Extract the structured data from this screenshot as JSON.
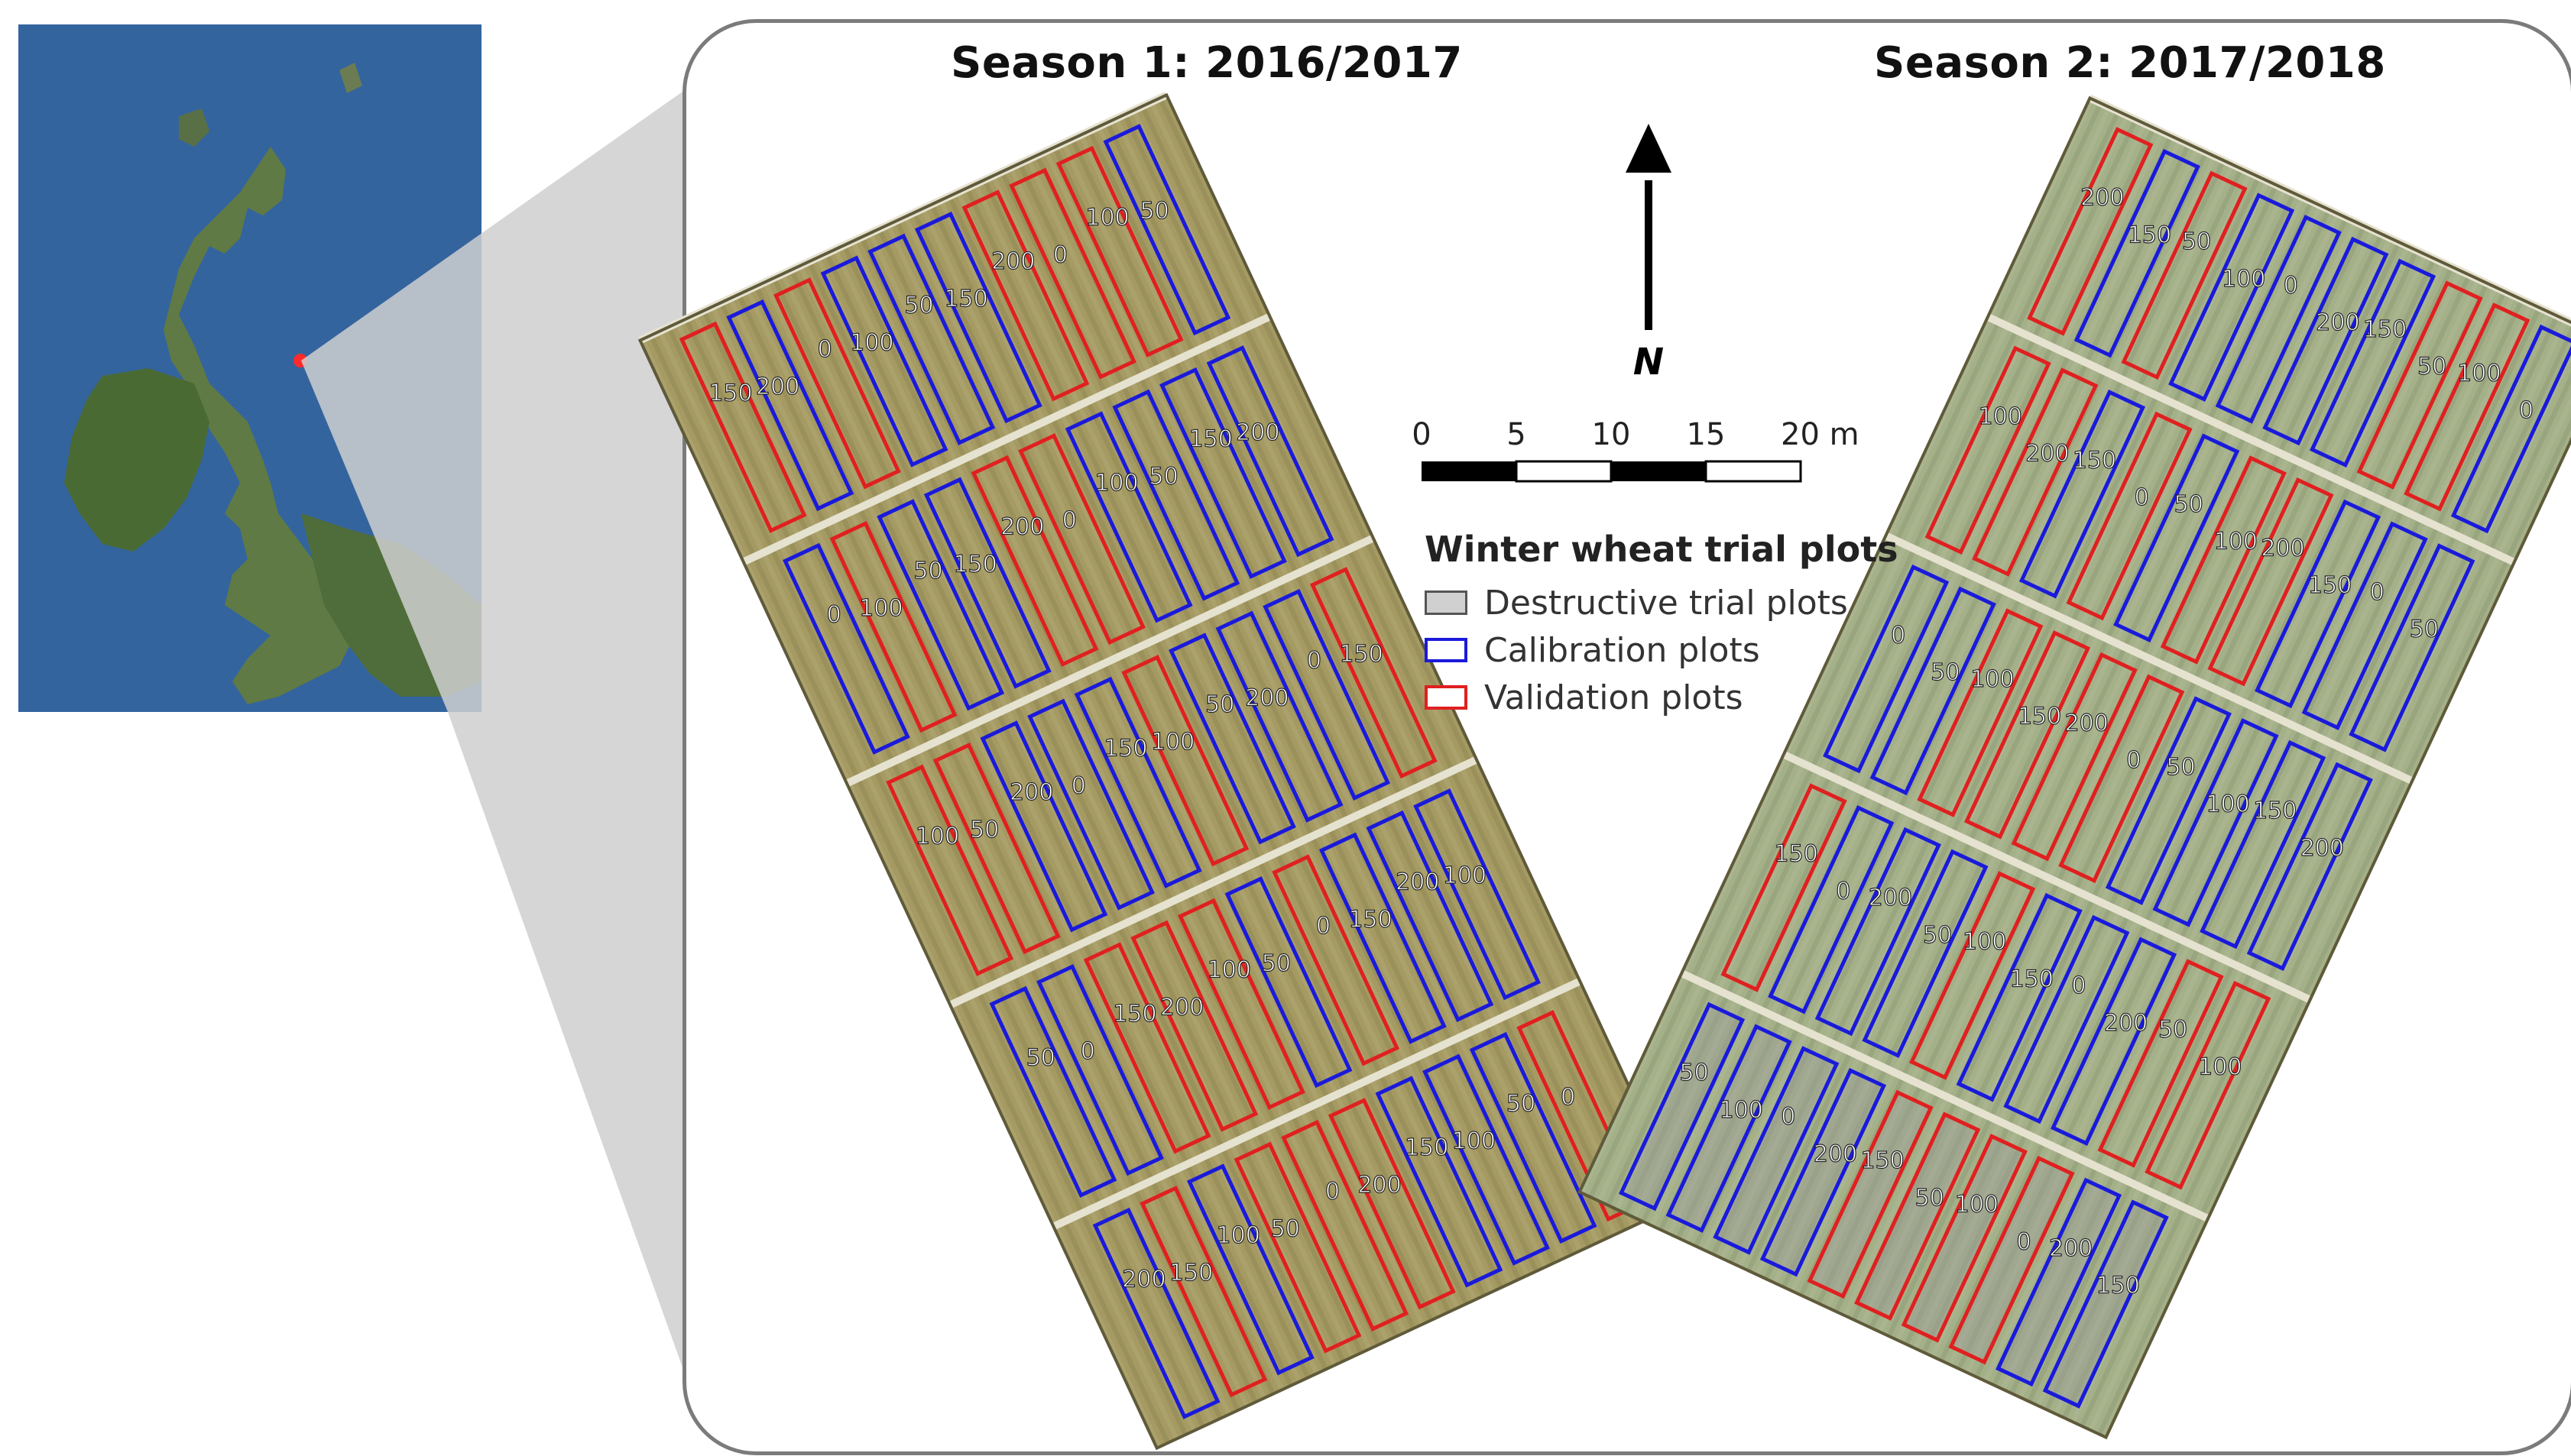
{
  "titles": {
    "season1": "Season 1: 2016/2017",
    "season2": "Season 2: 2017/2018"
  },
  "north_arrow": {
    "label": "N",
    "icon": "north-arrow-icon"
  },
  "scale_bar": {
    "ticks": [
      "0",
      "5",
      "10",
      "15",
      "20 m"
    ]
  },
  "legend": {
    "title": "Winter wheat trial plots",
    "items": [
      {
        "label": "Destructive trial plots",
        "fill": "#d0d0d0",
        "stroke": "#555555"
      },
      {
        "label": "Calibration plots",
        "fill": "none",
        "stroke": "#1a1adb"
      },
      {
        "label": "Validation plots",
        "fill": "none",
        "stroke": "#e02020"
      }
    ]
  },
  "inset": {
    "study_site_color": "#ff2a2a"
  },
  "colors": {
    "calibration": "#1a1adb",
    "validation": "#e02020",
    "field_s1": "#a59a62",
    "field_s2": "#a4b088",
    "frame": "#7b7b7b"
  },
  "season1_blocks": [
    {
      "types": [
        "V",
        "C",
        "V",
        "C",
        "C",
        "C",
        "V",
        "V",
        "V",
        "C"
      ],
      "labels": [
        "150",
        "200",
        "0",
        "100",
        "50",
        "150",
        "200",
        "0",
        "100",
        "50"
      ]
    },
    {
      "types": [
        "C",
        "V",
        "C",
        "C",
        "V",
        "V",
        "C",
        "C",
        "C",
        "C"
      ],
      "labels": [
        "0",
        "100",
        "50",
        "150",
        "200",
        "0",
        "100",
        "50",
        "150",
        "200"
      ]
    },
    {
      "types": [
        "V",
        "V",
        "C",
        "C",
        "C",
        "V",
        "C",
        "C",
        "C",
        "V"
      ],
      "labels": [
        "100",
        "50",
        "200",
        "0",
        "150",
        "100",
        "50",
        "200",
        "0",
        "150"
      ]
    },
    {
      "types": [
        "C",
        "C",
        "V",
        "V",
        "V",
        "C",
        "V",
        "C",
        "C",
        "C"
      ],
      "labels": [
        "50",
        "0",
        "150",
        "200",
        "100",
        "50",
        "0",
        "150",
        "200",
        "100"
      ]
    },
    {
      "types": [
        "C",
        "V",
        "C",
        "V",
        "V",
        "V",
        "C",
        "C",
        "C",
        "V"
      ],
      "labels": [
        "200",
        "150",
        "100",
        "50",
        "0",
        "200",
        "150",
        "100",
        "50",
        "0"
      ]
    }
  ],
  "season2_blocks": [
    {
      "types": [
        "V",
        "C",
        "V",
        "C",
        "C",
        "C",
        "C",
        "V",
        "V",
        "C"
      ],
      "labels": [
        "200",
        "150",
        "50",
        "100",
        "0",
        "200",
        "150",
        "50",
        "100",
        "0"
      ]
    },
    {
      "types": [
        "V",
        "V",
        "C",
        "V",
        "C",
        "V",
        "V",
        "C",
        "C",
        "C"
      ],
      "labels": [
        "100",
        "200",
        "150",
        "0",
        "50",
        "100",
        "200",
        "150",
        "0",
        "50"
      ]
    },
    {
      "types": [
        "C",
        "C",
        "V",
        "V",
        "V",
        "V",
        "C",
        "C",
        "C",
        "C"
      ],
      "labels": [
        "0",
        "50",
        "100",
        "150",
        "200",
        "0",
        "50",
        "100",
        "150",
        "200"
      ]
    },
    {
      "types": [
        "V",
        "C",
        "C",
        "C",
        "V",
        "C",
        "C",
        "C",
        "V",
        "V"
      ],
      "labels": [
        "150",
        "0",
        "200",
        "50",
        "100",
        "150",
        "0",
        "200",
        "50",
        "100"
      ]
    },
    {
      "types": [
        "C",
        "C",
        "C",
        "C",
        "V",
        "V",
        "V",
        "V",
        "C",
        "C"
      ],
      "labels": [
        "50",
        "100",
        "0",
        "200",
        "150",
        "50",
        "100",
        "0",
        "200",
        "150"
      ]
    }
  ],
  "season2_destructive_block": 4
}
